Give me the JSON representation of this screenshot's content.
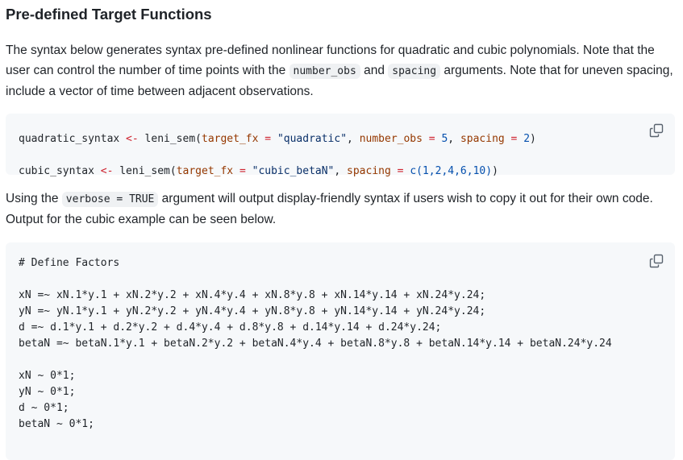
{
  "heading": "Pre-defined Target Functions",
  "intro": {
    "part1": "The syntax below generates syntax pre-defined nonlinear functions for quadratic and cubic polynomials. Note that the user can control the number of time points with the ",
    "code1": "number_obs",
    "part2": " and ",
    "code2": "spacing",
    "part3": " arguments. Note that for uneven spacing, include a vector of time between adjacent observations."
  },
  "code_block_1": {
    "line1": {
      "var": "quadratic_syntax",
      "assign": " <- ",
      "func": "leni_sem(",
      "arg1": "target_fx",
      "eq1": " = ",
      "str1": "\"quadratic\"",
      "sep1": ", ",
      "arg2": "number_obs",
      "eq2": " = ",
      "num1": "5",
      "sep2": ", ",
      "arg3": "spacing",
      "eq3": " = ",
      "num2": "2",
      "close": ")"
    },
    "line2": {
      "var": "cubic_syntax",
      "assign": " <- ",
      "func": "leni_sem(",
      "arg1": "target_fx",
      "eq1": " = ",
      "str1": "\"cubic_betaN\"",
      "sep1": ", ",
      "arg2": "spacing",
      "eq2": " = ",
      "vec": "c(1,2,4,6,10)",
      "close": ")"
    }
  },
  "verbose_para": {
    "part1": "Using the ",
    "code": "verbose = TRUE",
    "part2": " argument will output display-friendly syntax if users wish to copy it out for their own code. Output for the cubic example can be seen below."
  },
  "code_block_2": {
    "lines": [
      "# Define Factors",
      "",
      "xN =~ xN.1*y.1 + xN.2*y.2 + xN.4*y.4 + xN.8*y.8 + xN.14*y.14 + xN.24*y.24;",
      "yN =~ yN.1*y.1 + yN.2*y.2 + yN.4*y.4 + yN.8*y.8 + yN.14*y.14 + yN.24*y.24;",
      "d =~ d.1*y.1 + d.2*y.2 + d.4*y.4 + d.8*y.8 + d.14*y.14 + d.24*y.24;",
      "betaN =~ betaN.1*y.1 + betaN.2*y.2 + betaN.4*y.4 + betaN.8*y.8 + betaN.14*y.14 + betaN.24*y.24",
      "",
      "xN ~ 0*1;",
      "yN ~ 0*1;",
      "d ~ 0*1;",
      "betaN ~ 0*1;"
    ]
  },
  "icons": {
    "copy": "copy-icon"
  }
}
